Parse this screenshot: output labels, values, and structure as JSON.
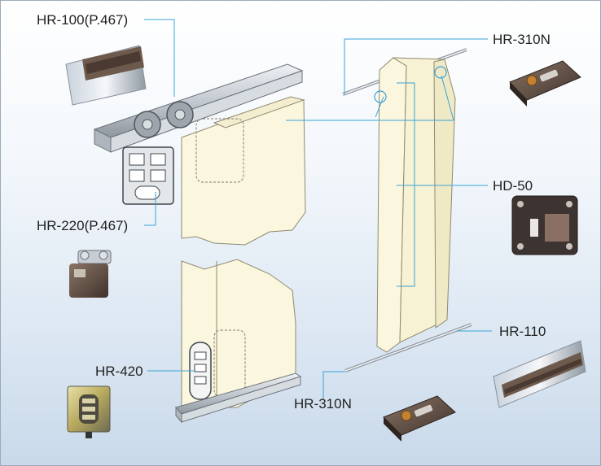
{
  "labels": {
    "hr100": "HR-100(P.467)",
    "hr220": "HR-220(P.467)",
    "hr420": "HR-420",
    "hr310n_top": "HR-310N",
    "hd50": "HD-50",
    "hr110": "HR-110",
    "hr310n_bottom": "HR-310N"
  },
  "colors": {
    "leader_line": "#3aa3d8",
    "door_panel": "#fbf7df",
    "rail": "#c9ced4",
    "hardware_dark": "#5b4a42"
  }
}
